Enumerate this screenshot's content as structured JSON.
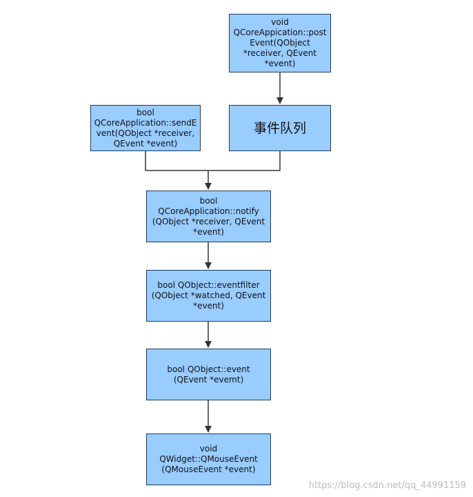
{
  "nodes": {
    "post_event": "void\nQCoreAppication::post\nEvent(QObject\n*receiver, QEvent\n*event)",
    "event_queue": "事件队列",
    "send_event": "bool\nQCoreApplication::sendE\nvent(QObject *receiver,\nQEvent *event)",
    "notify": "bool\nQCoreApplication::notify\n(QObject *receiver, QEvent\n*event)",
    "eventfilter": "bool QObject::eventfilter\n(QObject *watched, QEvent\n*event)",
    "event": "bool QObject::event\n(QEvent *evemt)",
    "mouse_event": "void\nQWidget::QMouseEvent\n(QMouseEvent *event)"
  },
  "watermark": "https://blog.csdn.net/qq_44991159",
  "colors": {
    "box_fill": "#99ccff",
    "box_border": "#1f3a57",
    "edge": "#333333"
  }
}
